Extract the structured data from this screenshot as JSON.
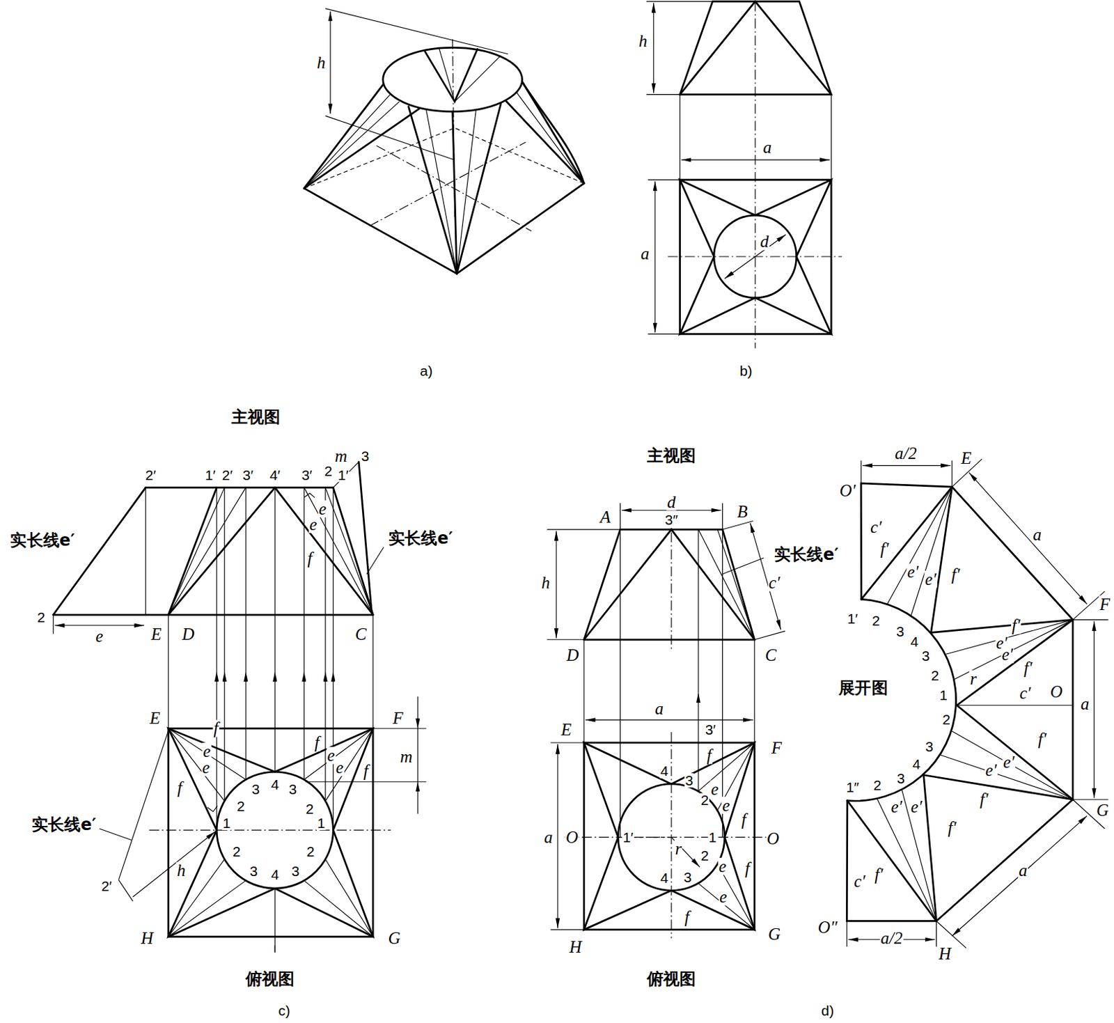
{
  "diagram": {
    "labels": [
      "h",
      "h",
      "a",
      "d",
      "a",
      "a)",
      "b)",
      "主视图",
      "m",
      "3",
      "2′",
      "1′",
      "2′",
      "3′",
      "4′",
      "3′",
      "2",
      "1′",
      "e",
      "e",
      "f",
      "实长线e′",
      "实长线e′",
      "2",
      "e",
      "E",
      "D",
      "C",
      "E",
      "F",
      "m",
      "f",
      "e",
      "e",
      "f",
      "f",
      "e",
      "e",
      "f",
      "3",
      "4",
      "3",
      "2",
      "2",
      "1",
      "1",
      "2",
      "2",
      "3",
      "4",
      "3",
      "实长线e′",
      "h",
      "2′",
      "H",
      "G",
      "俯视图",
      "c)",
      "主视图",
      "d",
      "A",
      "B",
      "3″",
      "h",
      "实长线e′",
      "c′",
      "D",
      "C",
      "a",
      "E",
      "3′",
      "F",
      "f",
      "4",
      "3",
      "e",
      "2",
      "e",
      "f",
      "a",
      "O",
      "1′",
      "1",
      "O",
      "r",
      "2",
      "e",
      "f",
      "4",
      "3",
      "e",
      "f",
      "H",
      "G",
      "俯视图",
      "a/2",
      "E",
      "O′",
      "a",
      "c′",
      "f′",
      "e′",
      "e′",
      "f′",
      "F",
      "1′",
      "f′",
      "2",
      "3",
      "4",
      "e′",
      "3",
      "e′",
      "f′",
      "2",
      "r",
      "展开图",
      "c′",
      "1",
      "O",
      "a",
      "2",
      "f′",
      "3",
      "e′",
      "4",
      "e′",
      "3",
      "2",
      "1″",
      "f′",
      "e′",
      "e′",
      "G",
      "f′",
      "a",
      "f′",
      "c′",
      "O″",
      "a/2",
      "H",
      "d)"
    ]
  }
}
